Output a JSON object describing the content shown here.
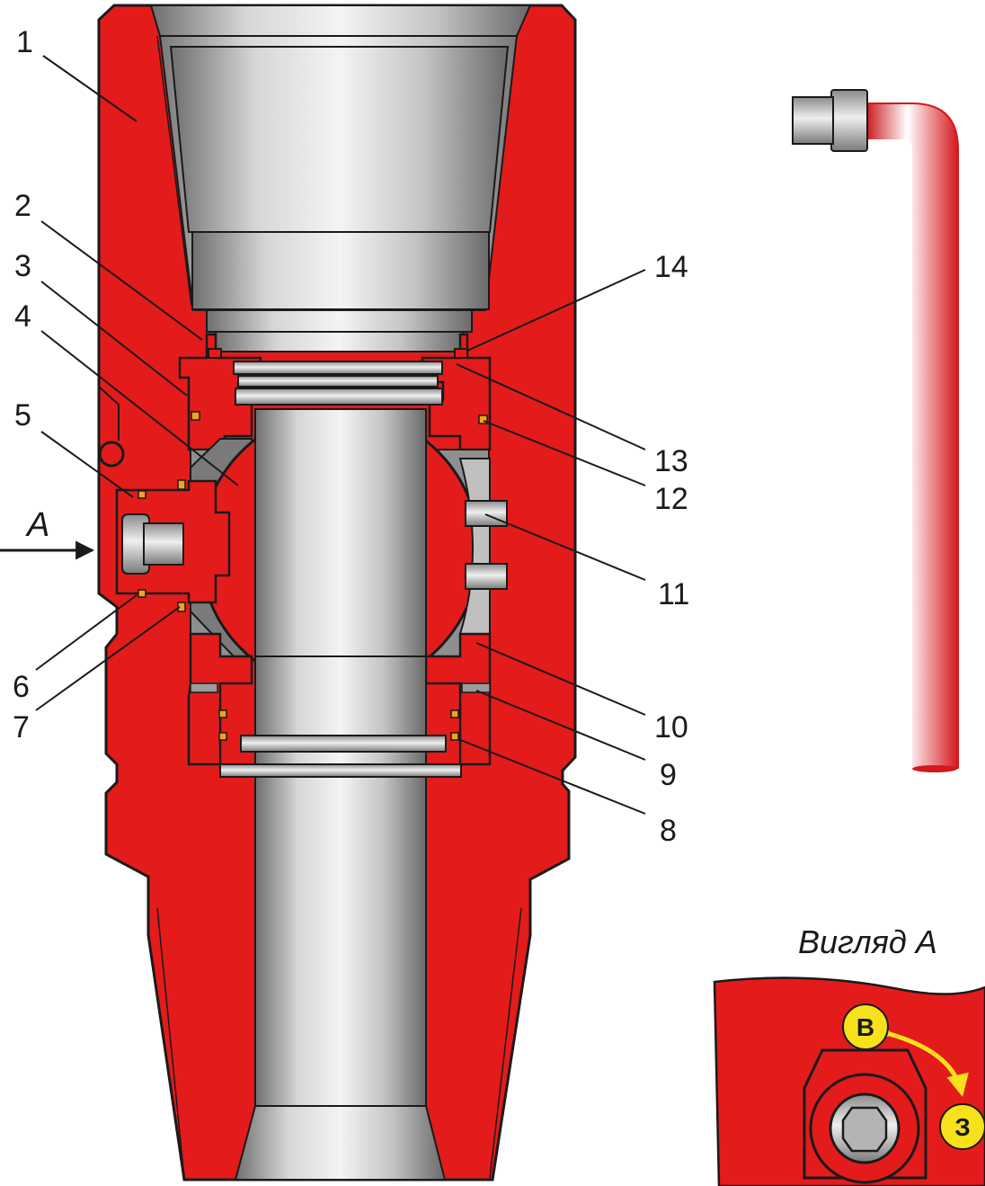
{
  "drawing": {
    "callouts": [
      "1",
      "2",
      "3",
      "4",
      "5",
      "6",
      "7",
      "8",
      "9",
      "10",
      "11",
      "12",
      "13",
      "14"
    ],
    "arrow_label": "A",
    "colors": {
      "body": "#e41b1b",
      "steel": "#c8c8c8",
      "seal": "#f2a31b",
      "badge": "#f7e11a",
      "outline": "#1a1a1a"
    }
  },
  "wrench": {
    "icon": "hex-key-wrench-icon"
  },
  "view_a": {
    "title": "Вигляд А",
    "open_marker": "В",
    "close_marker": "З",
    "icon": "valve-stem-hex-icon"
  }
}
